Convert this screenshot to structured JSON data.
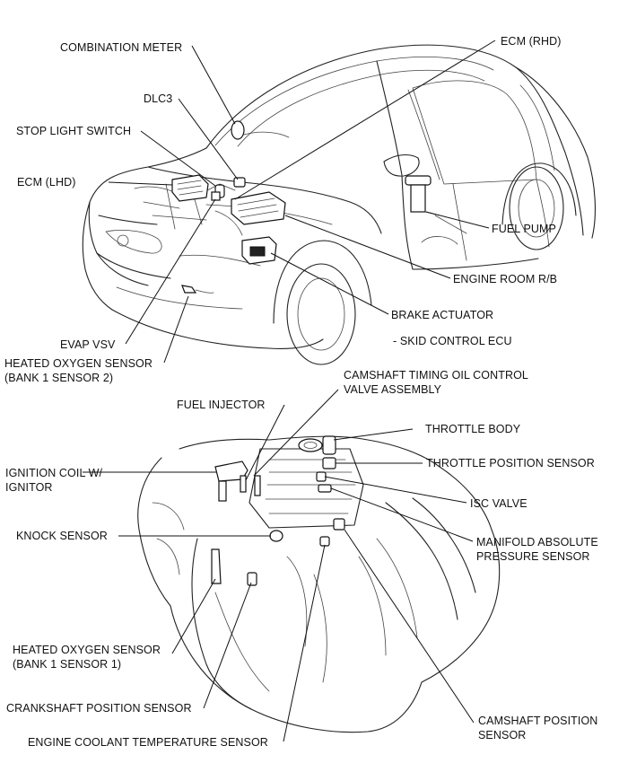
{
  "labels": {
    "combination_meter": "COMBINATION METER",
    "ecm_rhd": "ECM (RHD)",
    "dlc3": "DLC3",
    "stop_light_switch": "STOP LIGHT SWITCH",
    "ecm_lhd": "ECM (LHD)",
    "fuel_pump": "FUEL PUMP",
    "engine_room_rb": "ENGINE ROOM R/B",
    "brake_actuator": "BRAKE ACTUATOR",
    "skid_control_ecu": "- SKID CONTROL ECU",
    "evap_vsv": "EVAP VSV",
    "heated_o2_bank1_s2_line1": "HEATED OXYGEN SENSOR",
    "heated_o2_bank1_s2_line2": "(BANK 1 SENSOR 2)",
    "camshaft_ocv_line1": "CAMSHAFT TIMING OIL CONTROL",
    "camshaft_ocv_line2": "VALVE ASSEMBLY",
    "fuel_injector": "FUEL INJECTOR",
    "throttle_body": "THROTTLE BODY",
    "throttle_position_sensor": "THROTTLE POSITION SENSOR",
    "ignition_coil_line1": "IGNITION COIL W/",
    "ignition_coil_line2": "IGNITOR",
    "isc_valve": "ISC VALVE",
    "knock_sensor": "KNOCK SENSOR",
    "map_sensor_line1": "MANIFOLD ABSOLUTE",
    "map_sensor_line2": "PRESSURE SENSOR",
    "heated_o2_bank1_s1_line1": "HEATED OXYGEN SENSOR",
    "heated_o2_bank1_s1_line2": "(BANK 1 SENSOR 1)",
    "crankshaft_position_sensor": "CRANKSHAFT POSITION SENSOR",
    "camshaft_position_sensor_line1": "CAMSHAFT POSITION",
    "camshaft_position_sensor_line2": "SENSOR",
    "ect_sensor": "ENGINE COOLANT TEMPERATURE SENSOR"
  },
  "colors": {
    "line": "#111111",
    "background": "#ffffff"
  }
}
